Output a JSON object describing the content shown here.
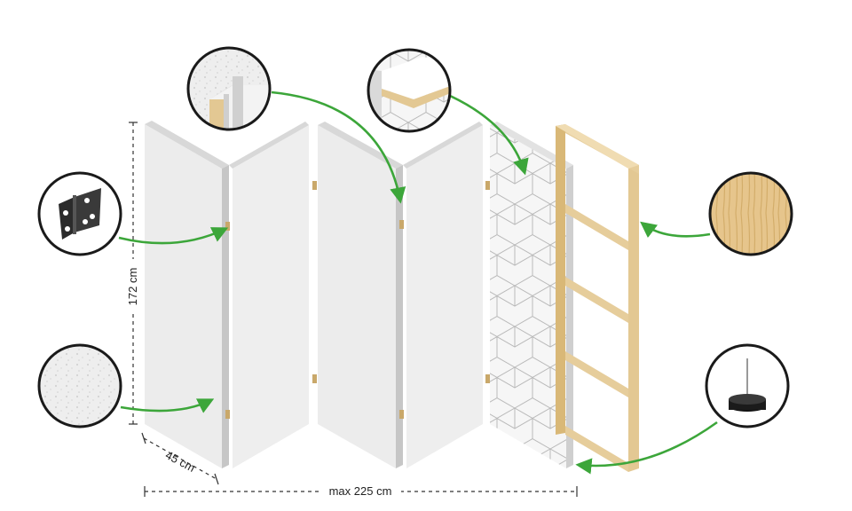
{
  "dimensions": {
    "height_label": "172 cm",
    "depth_label": "45 cm",
    "width_label": "max 225 cm"
  },
  "callouts": [
    {
      "name": "hinge-detail-icon",
      "depicts": "hinge"
    },
    {
      "name": "fabric-texture-detail-icon",
      "depicts": "fabric texture"
    },
    {
      "name": "panel-edge-detail-icon",
      "depicts": "panel edge"
    },
    {
      "name": "print-corner-detail-icon",
      "depicts": "printed panel corner"
    },
    {
      "name": "wood-grain-detail-icon",
      "depicts": "wood grain"
    },
    {
      "name": "foot-pin-detail-icon",
      "depicts": "foot with pin"
    }
  ],
  "colors": {
    "arrow": "#3ca63a",
    "panel_face": "#ececec",
    "panel_side": "#c9c9c9",
    "wood": "#e3c893",
    "wood_dark": "#c9a86a",
    "outline": "#1a1a1a",
    "dim_line": "#333333"
  }
}
